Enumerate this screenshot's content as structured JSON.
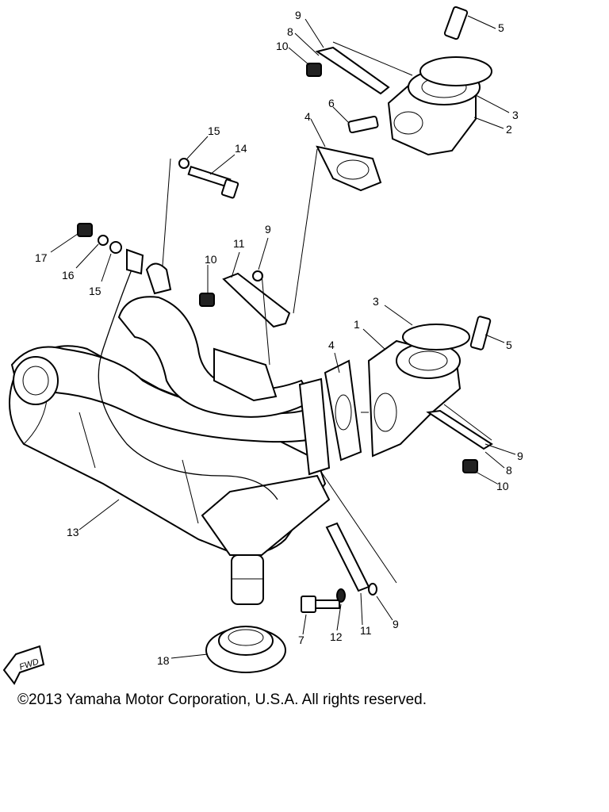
{
  "callouts": [
    "1",
    "2",
    "3",
    "3",
    "4",
    "4",
    "5",
    "5",
    "6",
    "7",
    "8",
    "8",
    "9",
    "9",
    "9",
    "9",
    "10",
    "10",
    "10",
    "11",
    "11",
    "12",
    "13",
    "14",
    "15",
    "15",
    "16",
    "17",
    "18"
  ],
  "fwd_label": "FWD",
  "copyright": "©2013 Yamaha Motor Corporation, U.S.A. All rights reserved."
}
